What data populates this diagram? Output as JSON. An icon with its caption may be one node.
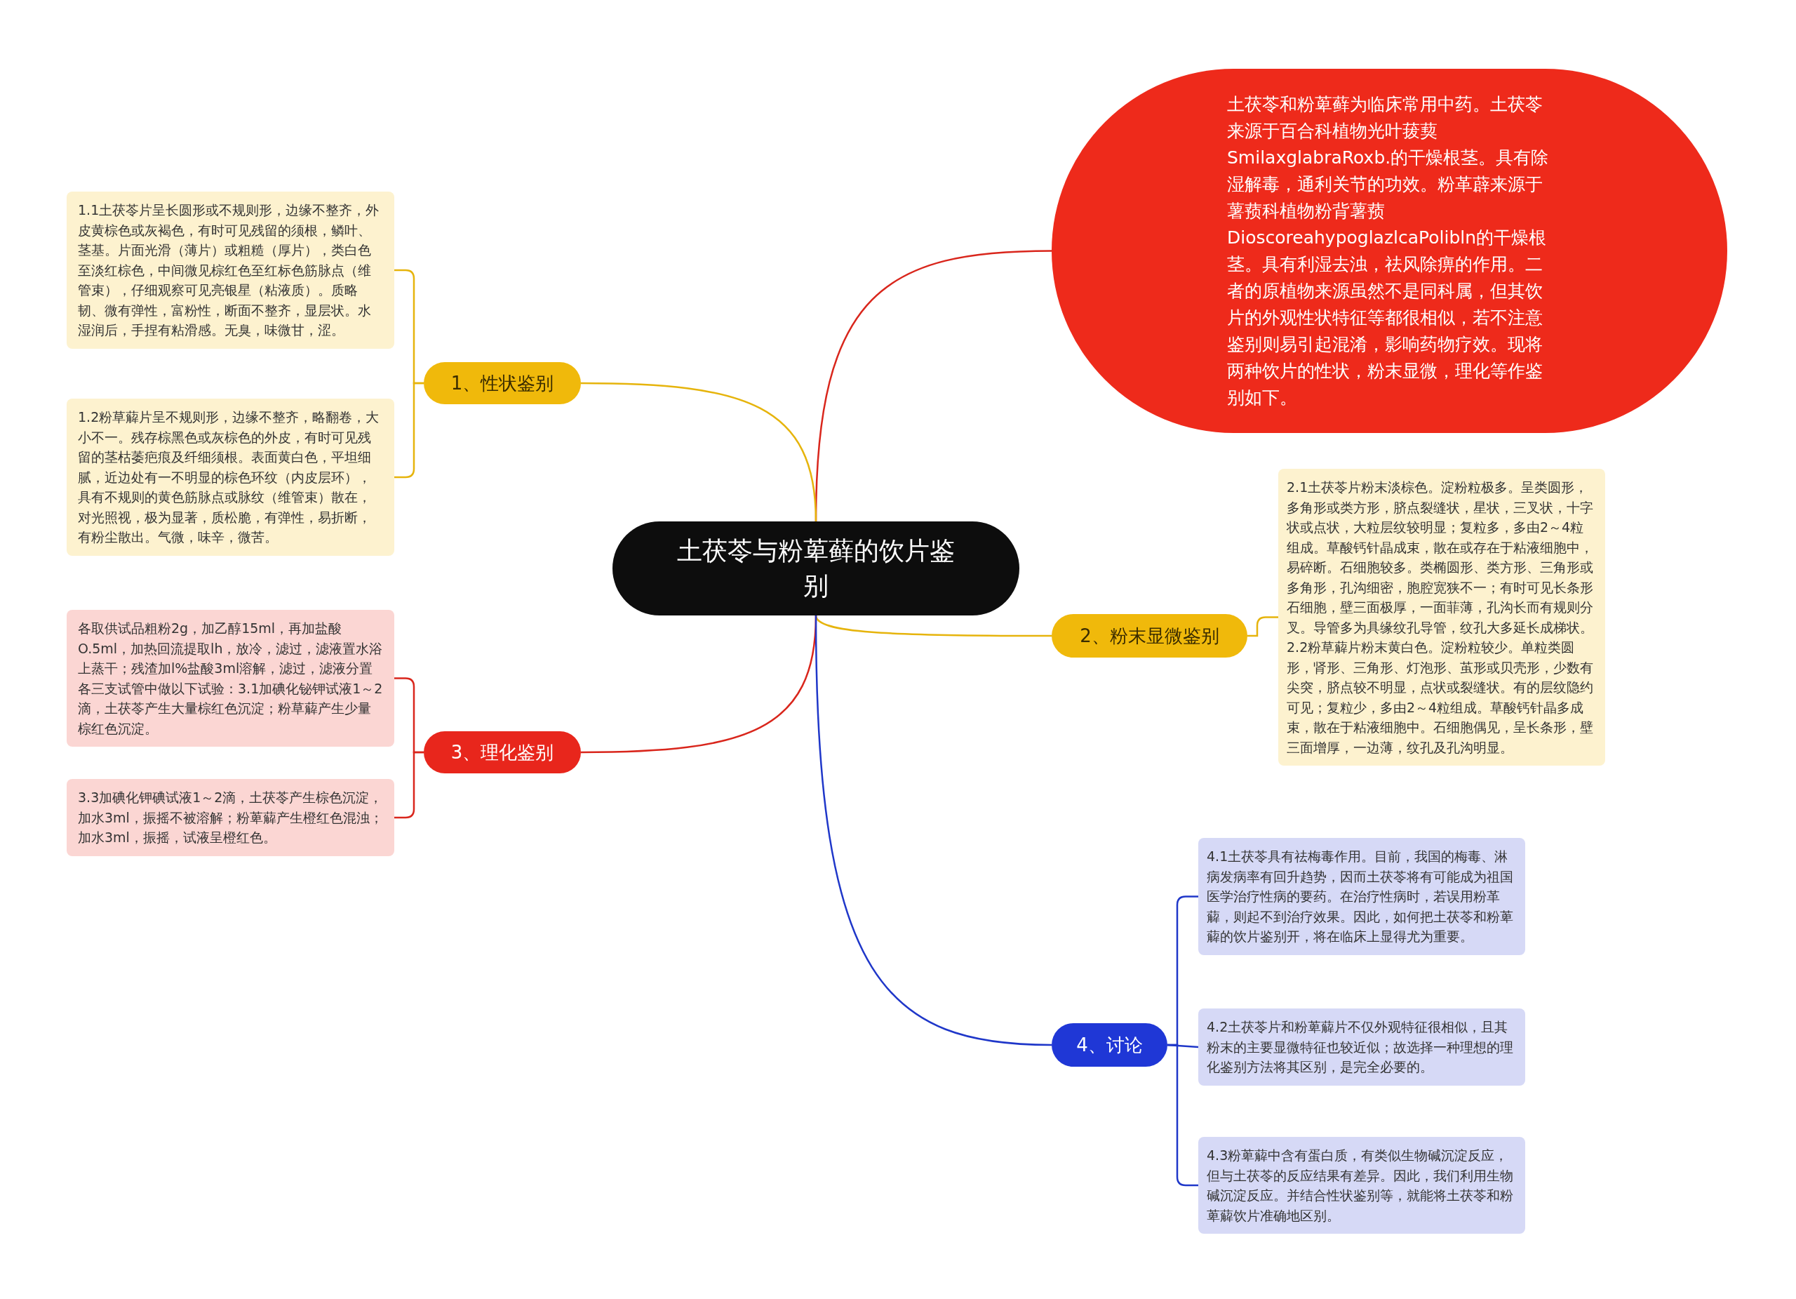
{
  "diagram": {
    "nodes": [
      {
        "text": [
          "土茯苓与粉萆藓的饮片鉴别"
        ]
      },
      {
        "text": [
          "土茯苓和粉萆藓为临床常用中药。土茯苓来源于百合科植物光叶菝葜SmilaxglabraRoxb.的干燥根茎。具有除湿解毒，通利关节的功效。粉革薜来源于薯蓣科植物粉背薯蓣DioscoreahypoglazlcaPolibln的干燥根茎。具有利湿去浊，祛风除痹的作用。二者的原植物来源虽然不是同科属，但其饮片的外观性状特征等都很相似，若不注意鉴别则易引起混淆，影响药物疗效。现将两种饮片的性状，粉末显微，理化等作鉴别如下。"
        ]
      },
      {
        "text": [
          "1、性状鉴别"
        ]
      },
      {
        "text": [
          "1.1土茯苓片呈长圆形或不规则形，边缘不整齐，外皮黄棕色或灰褐色，有时可见残留的须根，鳞叶、茎基。片面光滑（薄片）或粗糙（厚片），类白色至淡红棕色，中间微见棕红色至红标色筋脉点（维管束），仔细观察可见亮银星（粘液质）。质略韧、微有弹性，富粉性，断面不整齐，显层状。水湿润后，手捏有粘滑感。无臭，味微甘，涩。"
        ]
      },
      {
        "text": [
          "1.2粉草薢片呈不规则形，边缘不整齐，略翻卷，大小不一。残存棕黑色或灰棕色的外皮，有时可见残留的茎枯萎疤痕及纤细须根。表面黄白色，平坦细腻，近边处有一不明显的棕色环纹（内皮层环），具有不规则的黄色筋脉点或脉纹（维管束）散在，对光照视，极为显著，质松脆，有弹性，易折断，有粉尘散出。气微，味辛，微苦。"
        ]
      },
      {
        "text": [
          "2、粉末显微鉴别"
        ]
      },
      {
        "text": [
          "2.1土茯苓片粉末淡棕色。淀粉粒极多。呈类圆形，多角形或类方形，脐点裂缝状，星状，三叉状，十字状或点状，大粒层纹较明显；复粒多，多由2～4粒组成。草酸钙针晶成束，散在或存在于粘液细胞中，易碎断。石细胞较多。类椭圆形、类方形、三角形或多角形，孔沟细密，胞腔宽狭不一；有时可见长条形石细胞，壁三面极厚，一面菲薄，孔沟长而有规则分叉。导管多为具缘纹孔导管，纹孔大多延长成梯状。2.2粉草薢片粉末黄白色。淀粉粒较少。单粒类圆形，肾形、三角形、灯泡形、茧形或贝壳形，少数有尖突，脐点较不明显，点状或裂缝状。有的层纹隐约可见；复粒少，多由2～4粒组成。草酸钙针晶多成束，散在于粘液细胞中。石细胞偶见，呈长条形，壁三面增厚，一边薄，纹孔及孔沟明显。"
        ]
      },
      {
        "text": [
          "3、理化鉴别"
        ]
      },
      {
        "text": [
          "各取供试品粗粉2g，加乙醇15ml，再加盐酸O.5ml，加热回流提取lh，放冷，滤过，滤液置水浴上蒸干；残渣加l%盐酸3ml溶解，滤过，滤液分置各三支试管中做以下试验：3.1加碘化铋钾试液1～2滴，土茯苓产生大量棕红色沉淀；粉草薢产生少量棕红色沉淀。"
        ]
      },
      {
        "text": [
          "3.3加碘化钾碘试液1～2滴，土茯苓产生棕色沉淀，加水3ml，振摇不被溶解；粉萆薢产生橙红色混浊；加水3ml，振摇，试液呈橙红色。"
        ]
      },
      {
        "text": [
          "4、讨论"
        ]
      },
      {
        "text": [
          "4.1土茯苓具有祛梅毒作用。目前，我国的梅毒、淋病发病率有回升趋势，因而土茯苓将有可能成为祖国医学治疗性病的要药。在治疗性病时，若误用粉革薢，则起不到治疗效果。因此，如何把土茯苓和粉萆薢的饮片鉴别开，将在临床上显得尤为重要。"
        ]
      },
      {
        "text": [
          "4.2土茯苓片和粉萆薢片不仅外观特征很相似，且其粉末的主要显微特征也较近似；故选择一种理想的理化鉴别方法将其区别，是完全必要的。"
        ]
      },
      {
        "text": [
          "4.3粉萆薢中含有蛋白质，有类似生物碱沉淀反应，但与土茯苓的反应结果有差异。因此，我们利用生物碱沉淀反应。并结合性状鉴别等，就能将土茯苓和粉萆薢饮片准确地区别。"
        ]
      }
    ],
    "edges": [
      {
        "from": 0,
        "to": 1,
        "arrow": "none",
        "color": "#d9261c"
      },
      {
        "from": 0,
        "to": 2,
        "arrow": "none",
        "color": "#e6b40c"
      },
      {
        "from": 2,
        "to": 3,
        "arrow": "none",
        "color": "#e6b40c"
      },
      {
        "from": 2,
        "to": 4,
        "arrow": "none",
        "color": "#e6b40c"
      },
      {
        "from": 0,
        "to": 5,
        "arrow": "none",
        "color": "#e6b40c"
      },
      {
        "from": 5,
        "to": 6,
        "arrow": "none",
        "color": "#e6b40c"
      },
      {
        "from": 0,
        "to": 7,
        "arrow": "none",
        "color": "#d9261c"
      },
      {
        "from": 7,
        "to": 8,
        "arrow": "none",
        "color": "#d9261c"
      },
      {
        "from": 7,
        "to": 9,
        "arrow": "none",
        "color": "#d9261c"
      },
      {
        "from": 0,
        "to": 10,
        "arrow": "none",
        "color": "#1f37c9"
      },
      {
        "from": 10,
        "to": 11,
        "arrow": "none",
        "color": "#1f37c9"
      },
      {
        "from": 10,
        "to": 12,
        "arrow": "none",
        "color": "#1f37c9"
      },
      {
        "from": 10,
        "to": 13,
        "arrow": "none",
        "color": "#1f37c9"
      }
    ]
  }
}
